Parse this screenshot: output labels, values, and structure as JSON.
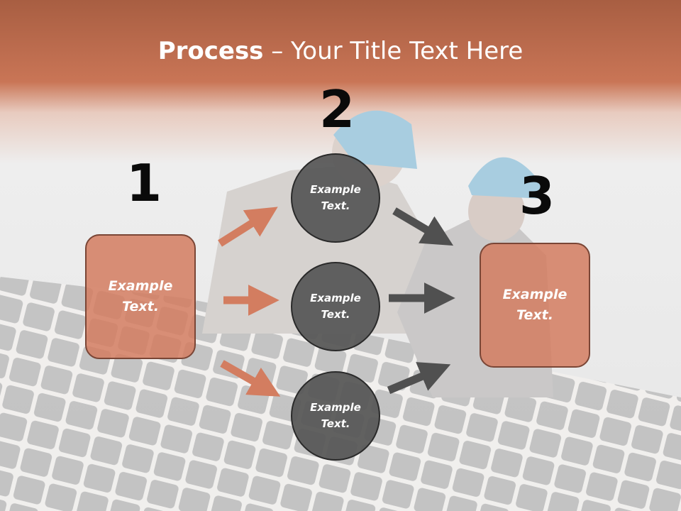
{
  "title": {
    "bold": "Process",
    "rest": " – Your Title Text Here"
  },
  "steps": [
    "1",
    "2",
    "3"
  ],
  "left_box": {
    "text": "Example\nText."
  },
  "circles": [
    {
      "text": "Example\nText."
    },
    {
      "text": "Example\nText."
    },
    {
      "text": "Example\nText."
    }
  ],
  "right_box": {
    "text": "Example\nText."
  },
  "colors": {
    "accent": "#d37d60",
    "circle": "#585858",
    "header": "#c87050"
  }
}
